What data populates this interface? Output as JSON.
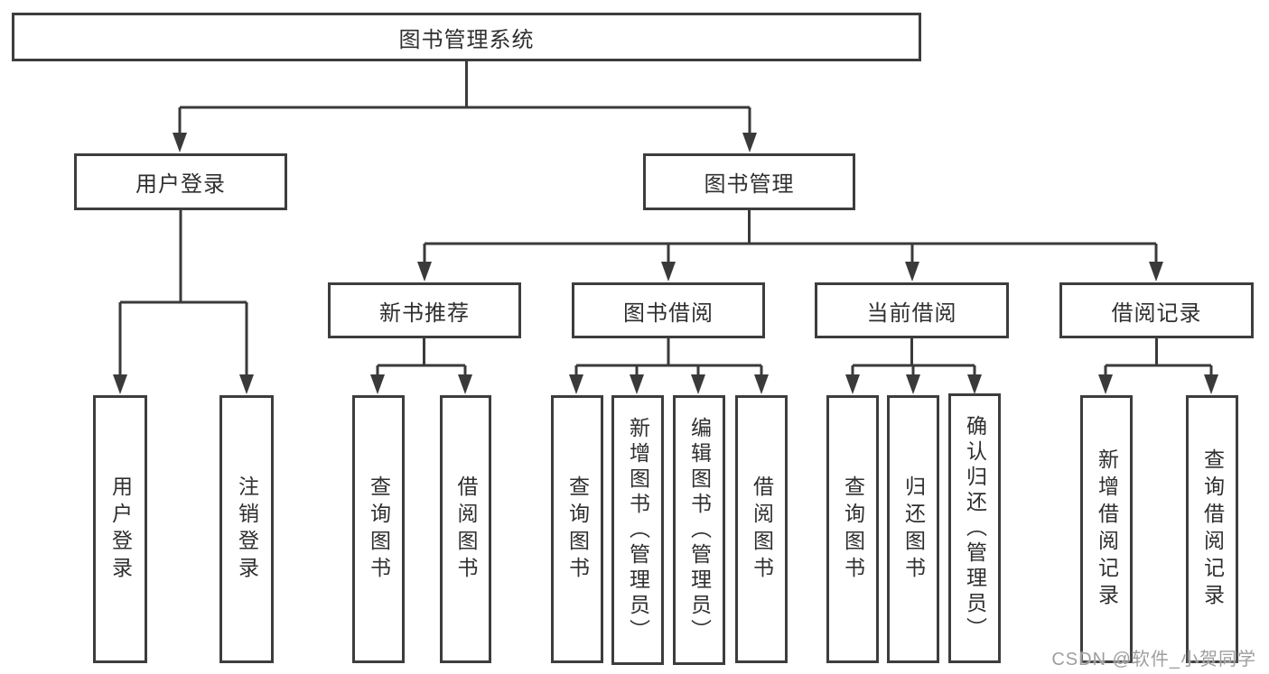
{
  "diagram": {
    "title": "图书管理系统",
    "branches": [
      {
        "label": "用户登录",
        "leaves": [
          {
            "label": "用户登录"
          },
          {
            "label": "注销登录"
          }
        ]
      },
      {
        "label": "图书管理",
        "groups": [
          {
            "label": "新书推荐",
            "leaves": [
              {
                "label": "查询图书"
              },
              {
                "label": "借阅图书"
              }
            ]
          },
          {
            "label": "图书借阅",
            "leaves": [
              {
                "label": "查询图书"
              },
              {
                "label": "新增图书（管理员）"
              },
              {
                "label": "编辑图书（管理员）"
              },
              {
                "label": "借阅图书"
              }
            ]
          },
          {
            "label": "当前借阅",
            "leaves": [
              {
                "label": "查询图书"
              },
              {
                "label": "归还图书"
              },
              {
                "label": "确认归还（管理员）"
              }
            ]
          },
          {
            "label": "借阅记录",
            "leaves": [
              {
                "label": "新增借阅记录"
              },
              {
                "label": "查询借阅记录"
              }
            ]
          }
        ]
      }
    ]
  },
  "watermark": {
    "text": "CSDN @软件_小贺同学"
  },
  "colors": {
    "line": "#3a3a3a",
    "border": "#3d3d3d",
    "text": "#2f2f2f",
    "watermark": "#9e9e9e",
    "background": "#ffffff"
  }
}
